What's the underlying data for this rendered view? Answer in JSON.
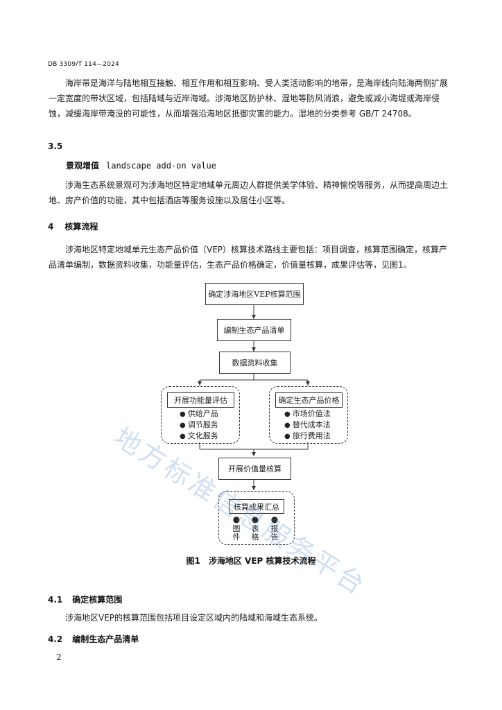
{
  "header": {
    "doc_id": "DB 3309/T 114—2024"
  },
  "para1": "海岸带是海洋与陆地相互接触、相互作用和相互影响、受人类活动影响的地带，是海岸线向陆海两侧扩展一定宽度的带状区域，包括陆域与近岸海域。涉海地区防护林、湿地等防风消浪，避免或减小海堤或海岸侵蚀，减缓海岸带淹没的可能性，从而增强沿海地区抵御灾害的能力。湿地的分类参考 GB/T 24708。",
  "sec_3_5": {
    "number": "3.5",
    "term_zh": "景观增值",
    "term_en": "landscape add-on value"
  },
  "para2": "涉海生态系统景观可为涉海地区特定地域单元周边人群提供美学体验、精神愉悦等服务，从而提高周边土地、房产价值的功能，其中包括酒店等服务设施以及居住小区等。",
  "sec_4": {
    "number": "4",
    "title": "核算流程"
  },
  "para3": "涉海地区特定地域单元生态产品价值（VEP）核算技术路线主要包括：项目调查，核算范围确定，核算产品清单编制，数据资料收集，功能量评估，生态产品价格确定，价值量核算，成果评估等，见图1。",
  "flow": {
    "step1": "确定涉海地区VEP核算范围",
    "step2": "编制生态产品清单",
    "step3": "数据资料收集",
    "left_title": "开展功能量评估",
    "left_items": [
      "供给产品",
      "调节服务",
      "文化服务"
    ],
    "right_title": "确定生态产品价格",
    "right_items": [
      "市场价值法",
      "替代成本法",
      "旅行费用法"
    ],
    "step5": "开展价值量核算",
    "step6": "核算成果汇总",
    "outputs": [
      "图件",
      "表格",
      "报告"
    ]
  },
  "figure_caption": "图1　涉海地区 VEP 核算技术流程",
  "sec_4_1": {
    "number": "4.1",
    "title": "确定核算范围"
  },
  "para4": "涉海地区VEP的核算范围包括项目设定区域内的陆域和海域生态系统。",
  "sec_4_2": {
    "number": "4.2",
    "title": "编制生态产品清单"
  },
  "watermark": "地方标准信息服务平台",
  "page_number": "2"
}
